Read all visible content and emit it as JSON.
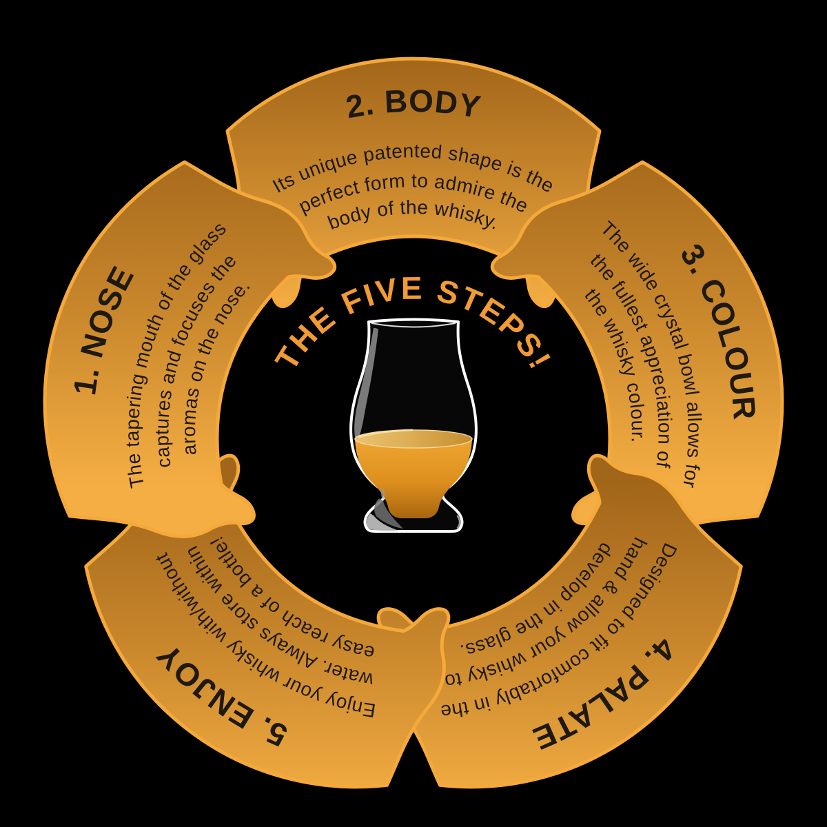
{
  "infographic": {
    "center_title": "THE FIVE STEPS!",
    "glass_icon": "glencairn-whisky-glass",
    "segments": [
      {
        "id": "nose",
        "heading": "1. NOSE",
        "lines": [
          "The tapering mouth of the glass",
          "captures and focuses the",
          "aromas on the nose."
        ]
      },
      {
        "id": "body",
        "heading": "2. BODY",
        "lines": [
          "Its unique patented shape is the",
          "perfect form to admire the",
          "body of the whisky."
        ]
      },
      {
        "id": "colour",
        "heading": "3. COLOUR",
        "lines": [
          "The wide crystal bowl allows for",
          "the fullest appreciation of",
          "the whisky colour."
        ]
      },
      {
        "id": "palate",
        "heading": "4. PALATE",
        "lines": [
          "Designed to fit comfortably in the",
          "hand & allow your whisky to",
          "develop in the glass."
        ]
      },
      {
        "id": "enjoy",
        "heading": "5. ENJOY",
        "lines": [
          "Enjoy your whisky with/without",
          "water. Always store within",
          "easy reach of a bottle!"
        ]
      }
    ],
    "colors": {
      "background": "#000000",
      "segment_border": "#F5A93B",
      "segment_dark": "#A2661A",
      "segment_mid": "#C9872C",
      "segment_light": "#F4AE43",
      "title_orange": "#F29A33",
      "text_dark": "#1E1912",
      "whisky_amber": "#E79A28",
      "glass_outline": "#FFFFFF"
    }
  }
}
